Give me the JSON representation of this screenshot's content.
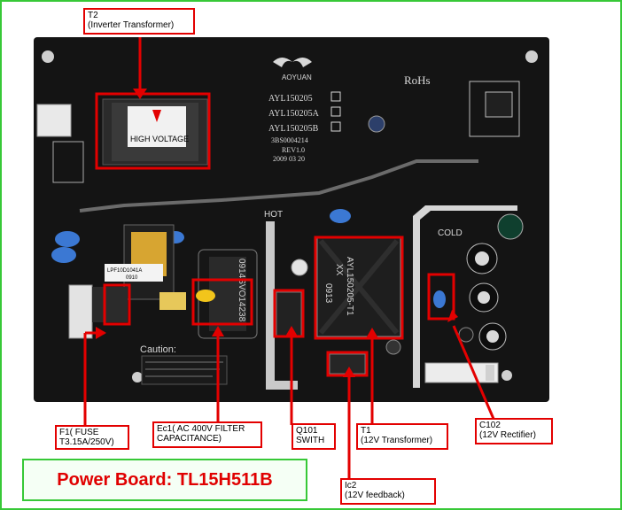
{
  "board_markings": {
    "brand": "AOYUAN",
    "models": [
      "AYL150205",
      "AYL150205A",
      "AYL150205B"
    ],
    "code": "3BS0004214",
    "rev": "REV1.0",
    "date": "2009 03 20",
    "rohs": "RoHs",
    "hot": "HOT",
    "cold": "COLD",
    "caution_title": "Caution:",
    "high_voltage": "HIGH VOLTAGE",
    "t1_marking": [
      "AYL150205-T1",
      "XX",
      "0913"
    ],
    "ec1_marking": "0914SVO14238",
    "fuse_marking": [
      "LPF10D1041A",
      "0910"
    ]
  },
  "callouts": {
    "t2": [
      "T2",
      "(Inverter Transformer)"
    ],
    "f1": [
      "F1( FUSE",
      "T3.15A/250V)"
    ],
    "ec1": [
      "Ec1( AC 400V FILTER",
      "CAPACITANCE)"
    ],
    "q101": [
      "Q101",
      "SWITH"
    ],
    "t1": [
      "T1",
      "(12V Transformer)"
    ],
    "c102": [
      "C102",
      "(12V Rectifier)"
    ],
    "ic2": [
      "Ic2",
      "(12V feedback)"
    ]
  },
  "title": "Power Board: TL15H511B",
  "colors": {
    "callout": "#e30000",
    "frame": "#37c837",
    "board": "#141414"
  }
}
